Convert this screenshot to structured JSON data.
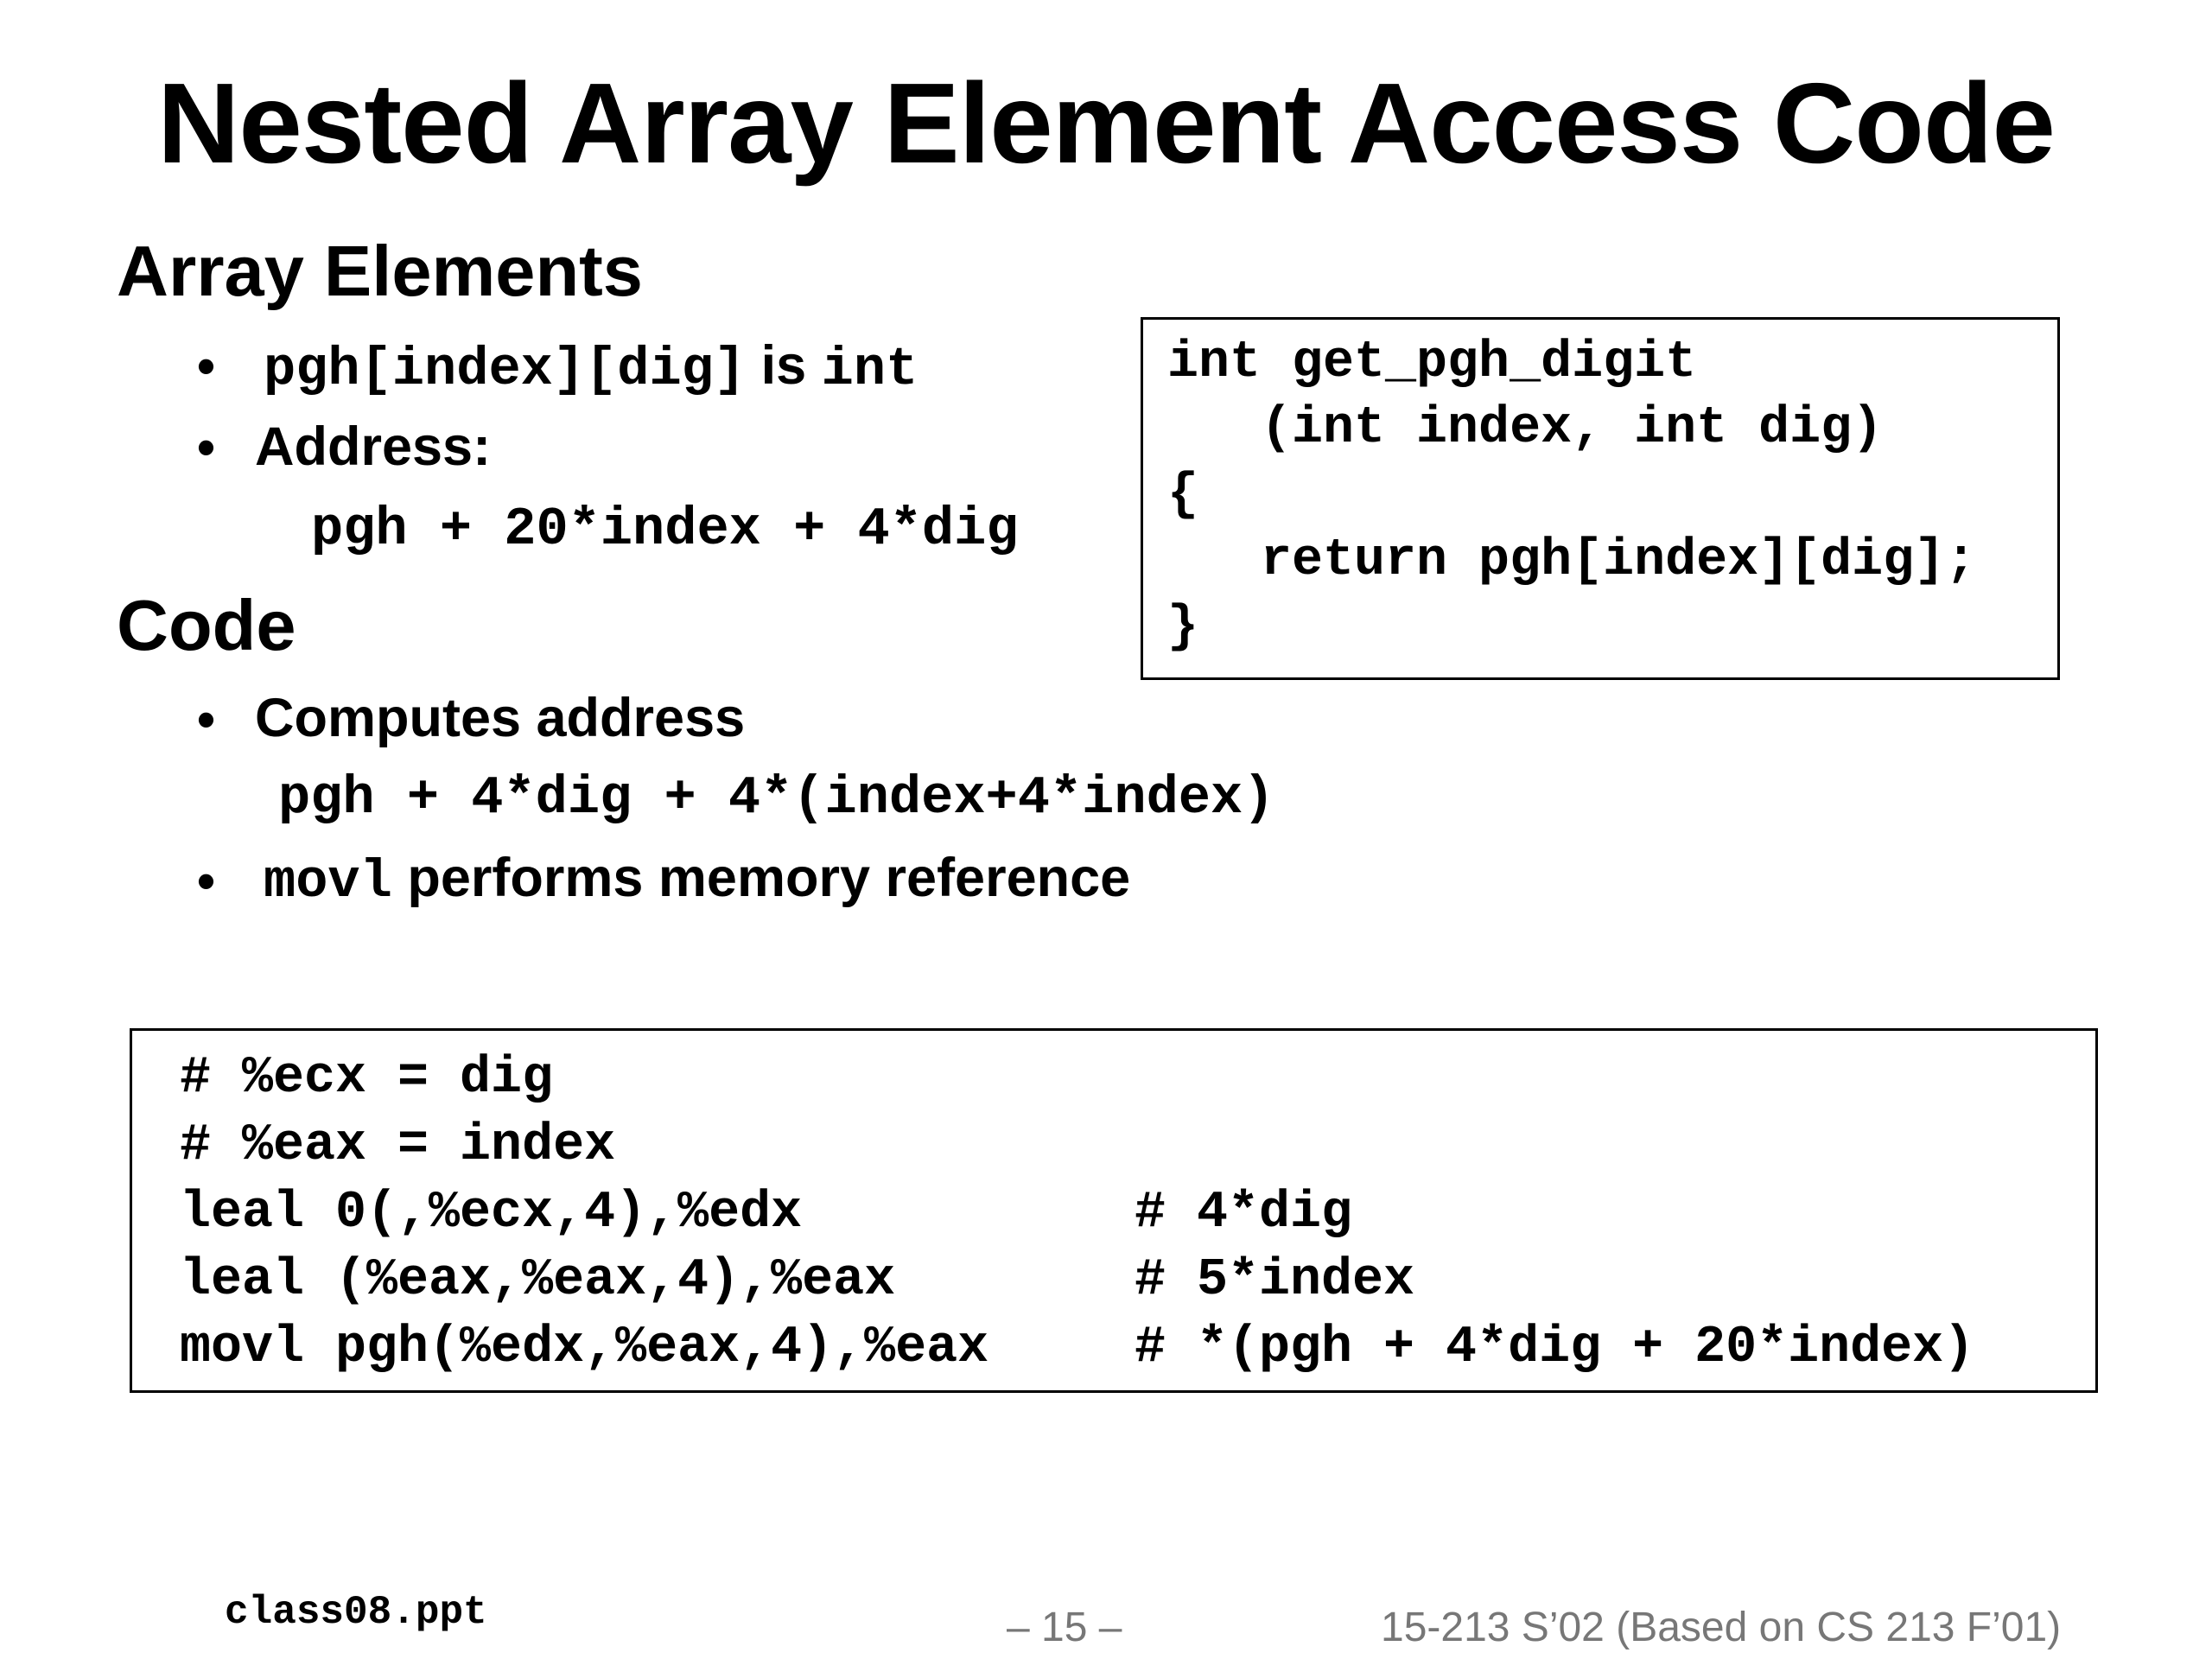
{
  "slide": {
    "title": "Nested Array Element Access Code"
  },
  "array_elements": {
    "heading": "Array Elements",
    "bullet1": {
      "code_a": "pgh[index][dig]",
      "text": " is ",
      "code_b": "int"
    },
    "bullet2": {
      "label": "Address:"
    },
    "address_expr": "pgh + 20*index + 4*dig"
  },
  "code_section": {
    "heading": "Code",
    "bullet1": {
      "label": "Computes address"
    },
    "compute_expr": "pgh + 4*dig + 4*(index+4*index)",
    "bullet2": {
      "code": "movl",
      "text": " performs memory reference"
    }
  },
  "c_function_box": {
    "lines": [
      "int get_pgh_digit",
      "   (int index, int dig)",
      "{",
      "   return pgh[index][dig];",
      "}"
    ]
  },
  "asm_box": {
    "lines": [
      {
        "instr": "# %ecx = dig",
        "comment": ""
      },
      {
        "instr": "# %eax = index",
        "comment": ""
      },
      {
        "instr": "leal 0(,%ecx,4),%edx",
        "comment": "# 4*dig"
      },
      {
        "instr": "leal (%eax,%eax,4),%eax",
        "comment": "# 5*index"
      },
      {
        "instr": "movl pgh(%edx,%eax,4),%eax",
        "comment": "# *(pgh + 4*dig + 20*index)"
      }
    ]
  },
  "footer": {
    "filename": "class08.ppt",
    "page": "– 15 –",
    "course": "15-213 S’02 (Based on CS 213 F’01)"
  }
}
